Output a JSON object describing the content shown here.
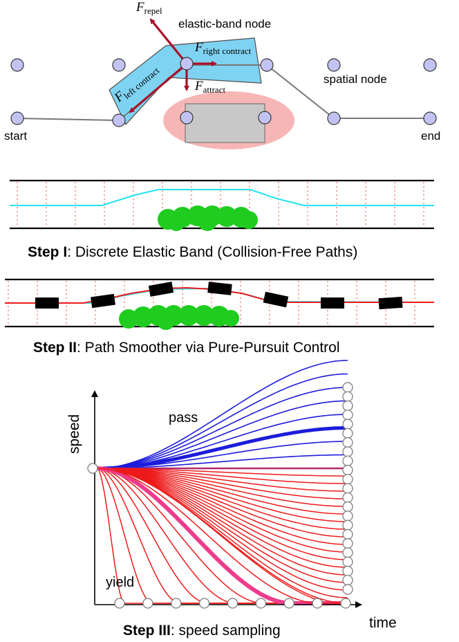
{
  "colors": {
    "node_fill": "#c3c3f3",
    "band": "#7fd3f2",
    "force_arrow": "#a8122a",
    "obstacle_halo": "#f7b6b6",
    "obstacle": "#c8c8c8",
    "path_cyan": "#22e3f2",
    "path_red": "#ee1a1a",
    "obstacle_green": "#1fcc1f",
    "pass_blue": "#1c1cdc",
    "yield_red": "#ee1a1a",
    "highlight_pink": "#ee3c8c",
    "flat_purple": "#b0296a"
  },
  "panel_top": {
    "force_repel": {
      "main": "F",
      "sub": "repel"
    },
    "force_right": {
      "main": "F",
      "sub": "right contract"
    },
    "force_left": {
      "main": "F",
      "sub": "left contract"
    },
    "force_attract": {
      "main": "F",
      "sub": "attract"
    },
    "label_elastic": "elastic-band node",
    "label_spatial": "spatial node",
    "label_start": "start",
    "label_end": "end"
  },
  "step1": {
    "bold": "Step I",
    "rest": ": Discrete Elastic Band (Collision-Free Paths)"
  },
  "step2": {
    "bold": "Step II",
    "rest": ": Path Smoother via Pure-Pursuit Control"
  },
  "speed_plot": {
    "ylabel": "speed",
    "xlabel": "time",
    "label_pass": "pass",
    "label_yield": "yield",
    "n_pass_curves": 8,
    "n_yield_curves": 18,
    "n_end_nodes": 23,
    "n_time_nodes": 9
  },
  "step3": {
    "bold": "Step III",
    "rest": ":  speed sampling"
  }
}
